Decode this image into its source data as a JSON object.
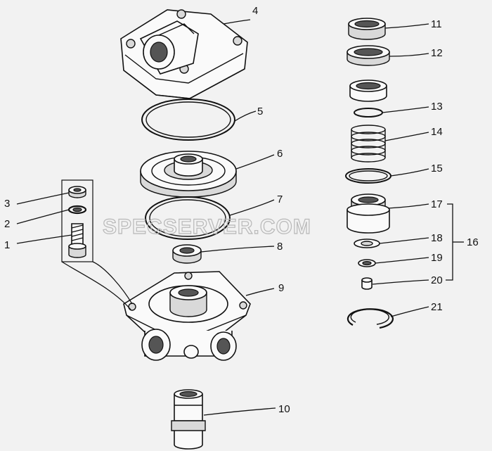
{
  "watermark": "SPECSERVER.COM",
  "callouts": [
    {
      "id": "c1",
      "label": "1"
    },
    {
      "id": "c2",
      "label": "2"
    },
    {
      "id": "c3",
      "label": "3"
    },
    {
      "id": "c4",
      "label": "4"
    },
    {
      "id": "c5",
      "label": "5"
    },
    {
      "id": "c6",
      "label": "6"
    },
    {
      "id": "c7",
      "label": "7"
    },
    {
      "id": "c8",
      "label": "8"
    },
    {
      "id": "c9",
      "label": "9"
    },
    {
      "id": "c10",
      "label": "10"
    },
    {
      "id": "c11",
      "label": "11"
    },
    {
      "id": "c12",
      "label": "12"
    },
    {
      "id": "c13",
      "label": "13"
    },
    {
      "id": "c14",
      "label": "14"
    },
    {
      "id": "c15",
      "label": "15"
    },
    {
      "id": "c16",
      "label": "16"
    },
    {
      "id": "c17",
      "label": "17"
    },
    {
      "id": "c18",
      "label": "18"
    },
    {
      "id": "c19",
      "label": "19"
    },
    {
      "id": "c20",
      "label": "20"
    },
    {
      "id": "c21",
      "label": "21"
    }
  ]
}
